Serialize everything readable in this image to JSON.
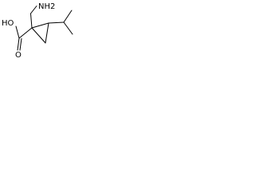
{
  "molecule": {
    "atom_labels": {
      "amine": "NH2",
      "acid": "HO",
      "carbonyl_o": "O"
    },
    "bond_color": "#000000",
    "label_color": "#000000",
    "background": "#ffffff"
  }
}
